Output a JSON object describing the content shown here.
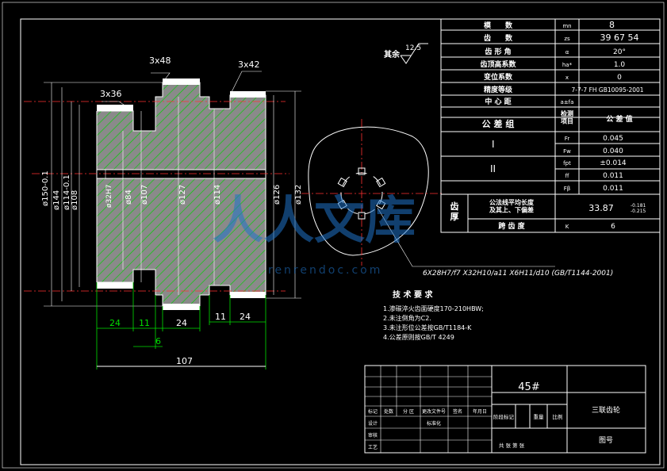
{
  "params": {
    "rows": [
      {
        "label": "模　　数",
        "sym": "mn",
        "value": "8"
      },
      {
        "label": "齿　　数",
        "sym": "zs",
        "value": "39  67  54"
      },
      {
        "label": "齿 形 角",
        "sym": "α",
        "value": "20°"
      },
      {
        "label": "齿顶高系数",
        "sym": "ha*",
        "value": "1.0"
      },
      {
        "label": "变位系数",
        "sym": "x",
        "value": "0"
      },
      {
        "label": "精度等级",
        "sym": "",
        "value": "7-7-7 FH GB10095-2001"
      },
      {
        "label": "中 心 距",
        "sym": "a±fa",
        "value": ""
      }
    ],
    "tol_header": {
      "group": "公 差 组",
      "item": "检测\n项目",
      "value": "公 差 值"
    },
    "tol_groups": [
      "I",
      "II"
    ],
    "tol_rows": [
      {
        "sym": "Fr",
        "value": "0.045"
      },
      {
        "sym": "Fw",
        "value": "0.040"
      },
      {
        "sym": "fpt",
        "value": "±0.014"
      },
      {
        "sym": "ff",
        "value": "0.011"
      },
      {
        "sym": "Fβ",
        "value": "0.011"
      }
    ],
    "thick_label": "齿\n厚",
    "thick_row1_label": "公法线平均长度\n及其上、下偏差",
    "thick_row1_value": "33.87",
    "thick_row1_dev": "-0.181\n-0.215",
    "thick_row2_label": "跨 齿 度",
    "thick_row2_sym": "K",
    "thick_row2_value": "6"
  },
  "roughness": {
    "label": "其余",
    "value": "12.5"
  },
  "dims": {
    "c1": "3x48",
    "c2": "3x42",
    "c3": "3x36",
    "d150": "ø150-0.1",
    "d144": "ø144",
    "d114": "ø114-0.1",
    "d108": "ø108",
    "d32": "ø32H7",
    "d84": "ø84",
    "d107": "ø107",
    "d127": "ø127",
    "d114b": "ø114",
    "d126": "ø126",
    "d132": "ø132",
    "l24a": "24",
    "l11a": "11",
    "l24b": "24",
    "l6": "6",
    "l11b": "11",
    "l24c": "24",
    "l107": "107"
  },
  "spline_note": "6X28H7/f7 X32H10/a11 X6H11/d10 (GB/T1144-2001)",
  "tech": {
    "title": "技 术 要 求",
    "items": [
      "1.渗碳淬火齿面硬度170-210HBW;",
      "2.未注倒角为C2.",
      "3.未注形位公差按GB/T1184-K",
      "4.公差原则按GB/T 4249"
    ]
  },
  "title_block": {
    "material": "45#",
    "name": "三联齿轮",
    "drawing_no": "图号",
    "col_labels": [
      "标记",
      "处数",
      "分 区",
      "更改文件号",
      "签名",
      "年月日"
    ],
    "stage": "阶段标记",
    "weight": "重量",
    "scale": "比例",
    "design": "设计",
    "check": "审核",
    "process": "工艺",
    "std": "标准化",
    "sheets": "共 张 第 张"
  },
  "watermark": {
    "brand": "人人文库",
    "url": "renrendoc.com"
  }
}
